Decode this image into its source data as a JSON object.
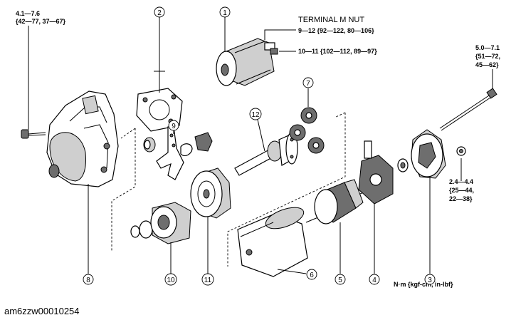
{
  "torques": {
    "top_left_line1": "4.1—7.6",
    "top_left_line2": "{42—77, 37—67}",
    "terminal_m_nut_title": "TERMINAL M NUT",
    "terminal_m_nut_value": "9—12 {92—122, 80—106}",
    "solenoid_stud_value": "10—11 {102—112, 89—97}",
    "bolt_right_line1": "5.0—7.1",
    "bolt_right_line2": "{51—72,",
    "bolt_right_line3": "45—62}",
    "screw_right_line1": "2.4—4.4",
    "screw_right_line2": "{25—44,",
    "screw_right_line3": "22—38}"
  },
  "units_note": "N·m {kgf-cm, in-lbf}",
  "figure_code": "am6zzw00010254",
  "callouts": [
    "1",
    "2",
    "3",
    "4",
    "5",
    "6",
    "7",
    "8",
    "9",
    "10",
    "11",
    "12"
  ],
  "icons": {
    "solenoid": "solenoid-switch-icon",
    "housing": "front-housing-icon",
    "armature": "armature-icon",
    "yoke": "yoke-icon",
    "brush_holder": "brush-holder-icon",
    "rear_cover": "rear-cover-icon",
    "pinion": "pinion-clutch-icon",
    "gears": "planetary-gear-icon",
    "shaft": "output-shaft-icon",
    "lever": "drive-lever-icon",
    "gasket": "gasket-icon"
  }
}
